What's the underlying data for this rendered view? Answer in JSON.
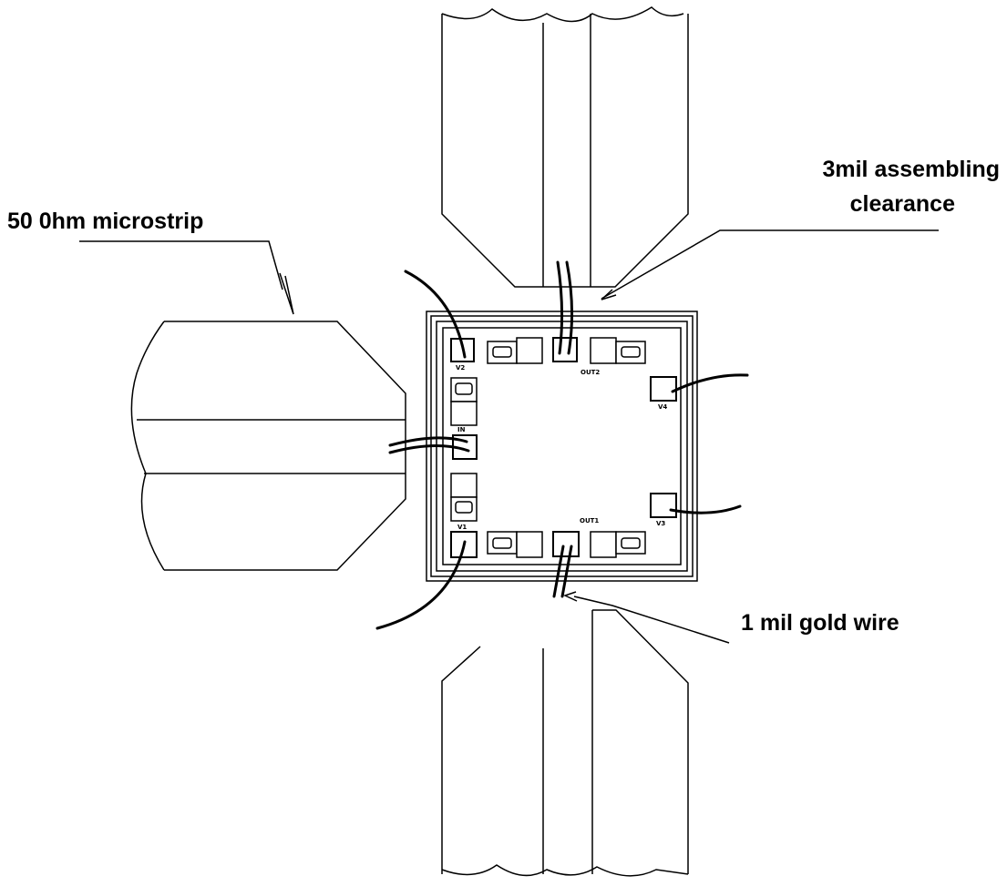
{
  "callouts": {
    "microstrip": "50 0hm microstrip",
    "clearance_line1": "3mil assembling",
    "clearance_line2": "clearance",
    "gold_wire": "1 mil gold wire"
  },
  "pad_labels": {
    "top_left": "V2",
    "top_out": "OUT2",
    "left_in": "IN",
    "bottom_left": "V1",
    "bottom_out": "OUT1",
    "right_upper": "V4",
    "right_lower": "V3"
  }
}
